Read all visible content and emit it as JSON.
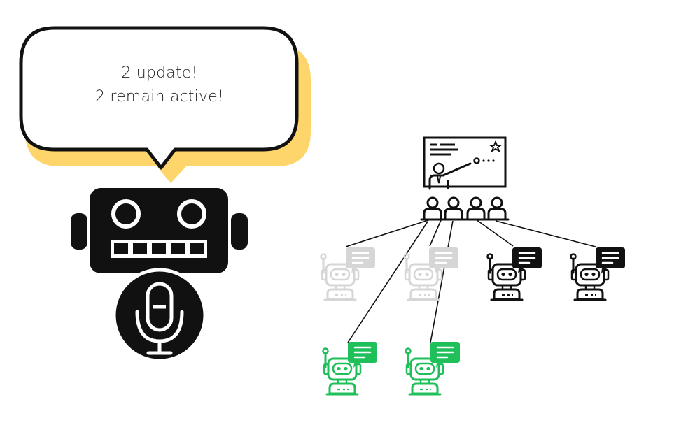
{
  "speech_bubble": {
    "line1": "2 update!",
    "line2": "2 remain active!"
  },
  "colors": {
    "ink": "#111111",
    "bubble_shadow": "#fdd56b",
    "inactive": "#d6d6d6",
    "updated": "#1fbf5a",
    "active": "#111111",
    "background": "#ffffff"
  },
  "icons": {
    "speaker": "voice-robot-icon",
    "microphone": "microphone-icon",
    "teacher": "teacher-presentation-icon",
    "audience": "audience-icon",
    "agent": "chat-robot-icon"
  },
  "agents": [
    {
      "status": "inactive"
    },
    {
      "status": "inactive"
    },
    {
      "status": "active"
    },
    {
      "status": "active"
    },
    {
      "status": "updated"
    },
    {
      "status": "updated"
    }
  ]
}
